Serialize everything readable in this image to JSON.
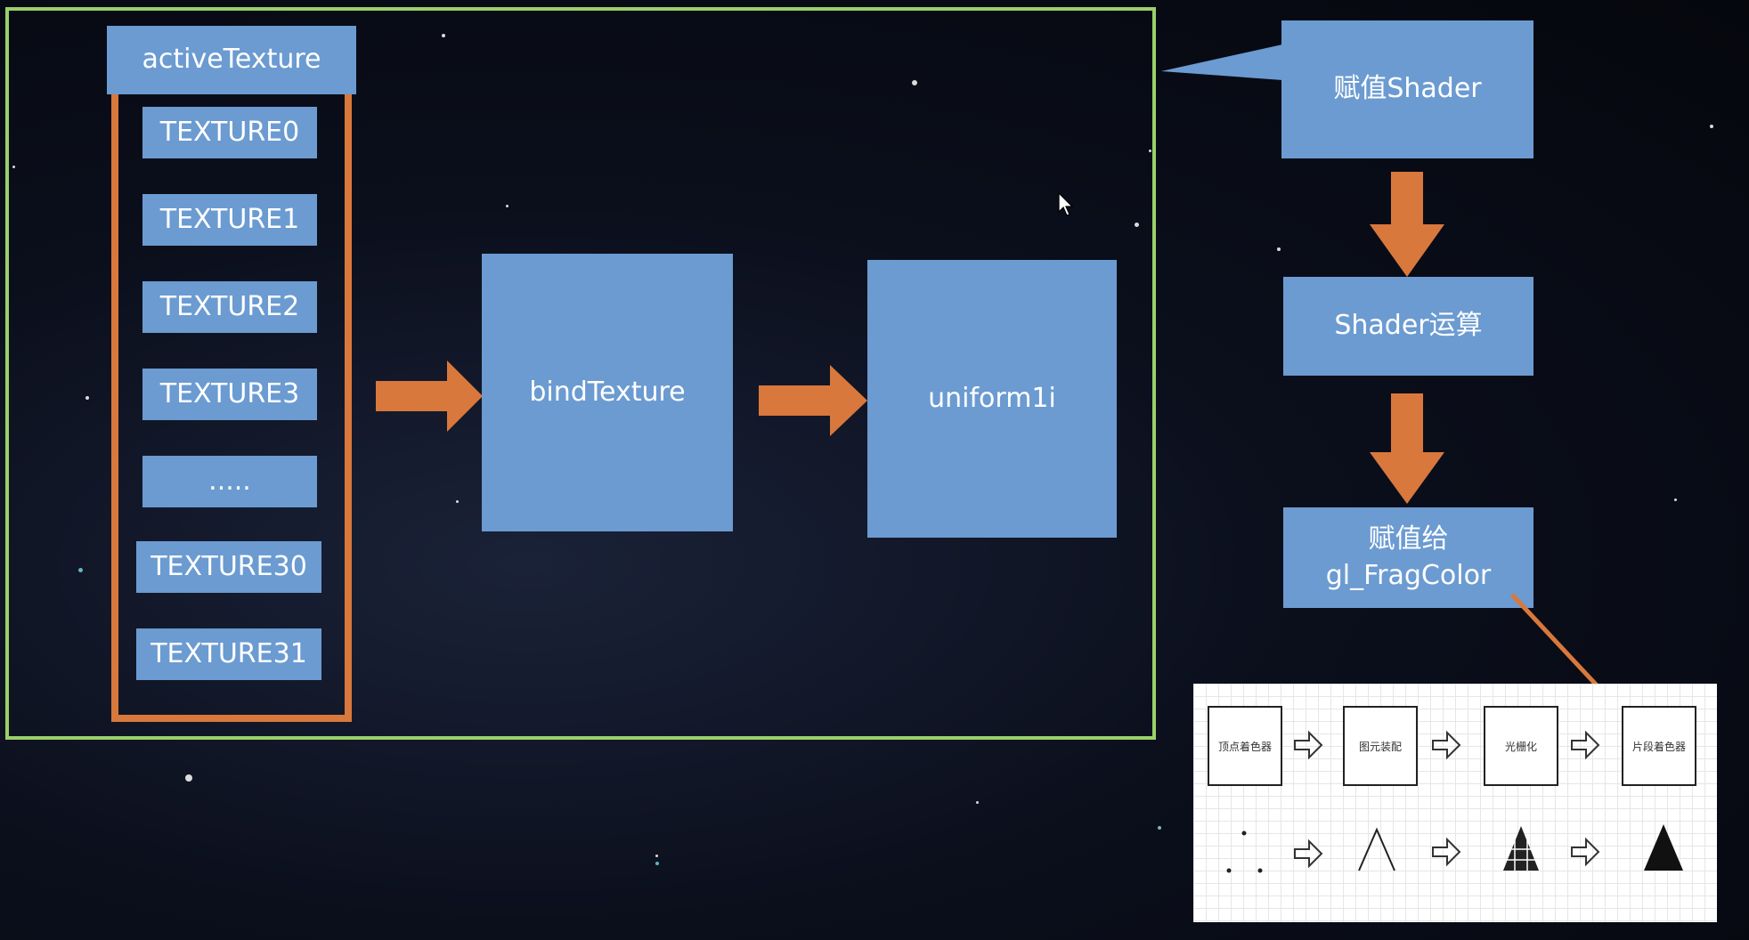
{
  "left_panel": {
    "active_texture": "activeTexture",
    "textures": [
      "TEXTURE0",
      "TEXTURE1",
      "TEXTURE2",
      "TEXTURE3",
      ".....",
      "TEXTURE30",
      "TEXTURE31"
    ],
    "bind_texture": "bindTexture",
    "uniform1i": "uniform1i"
  },
  "right_flow": {
    "step1": "赋值Shader",
    "step2": "Shader运算",
    "step3_line1": "赋值给",
    "step3_line2": "gl_FragColor"
  },
  "pipeline": {
    "stages": [
      "顶点着色器",
      "图元装配",
      "光栅化",
      "片段着色器"
    ]
  },
  "colors": {
    "box_blue": "#6b9bd1",
    "arrow_orange": "#d9783c",
    "frame_green": "#9ad06b"
  }
}
